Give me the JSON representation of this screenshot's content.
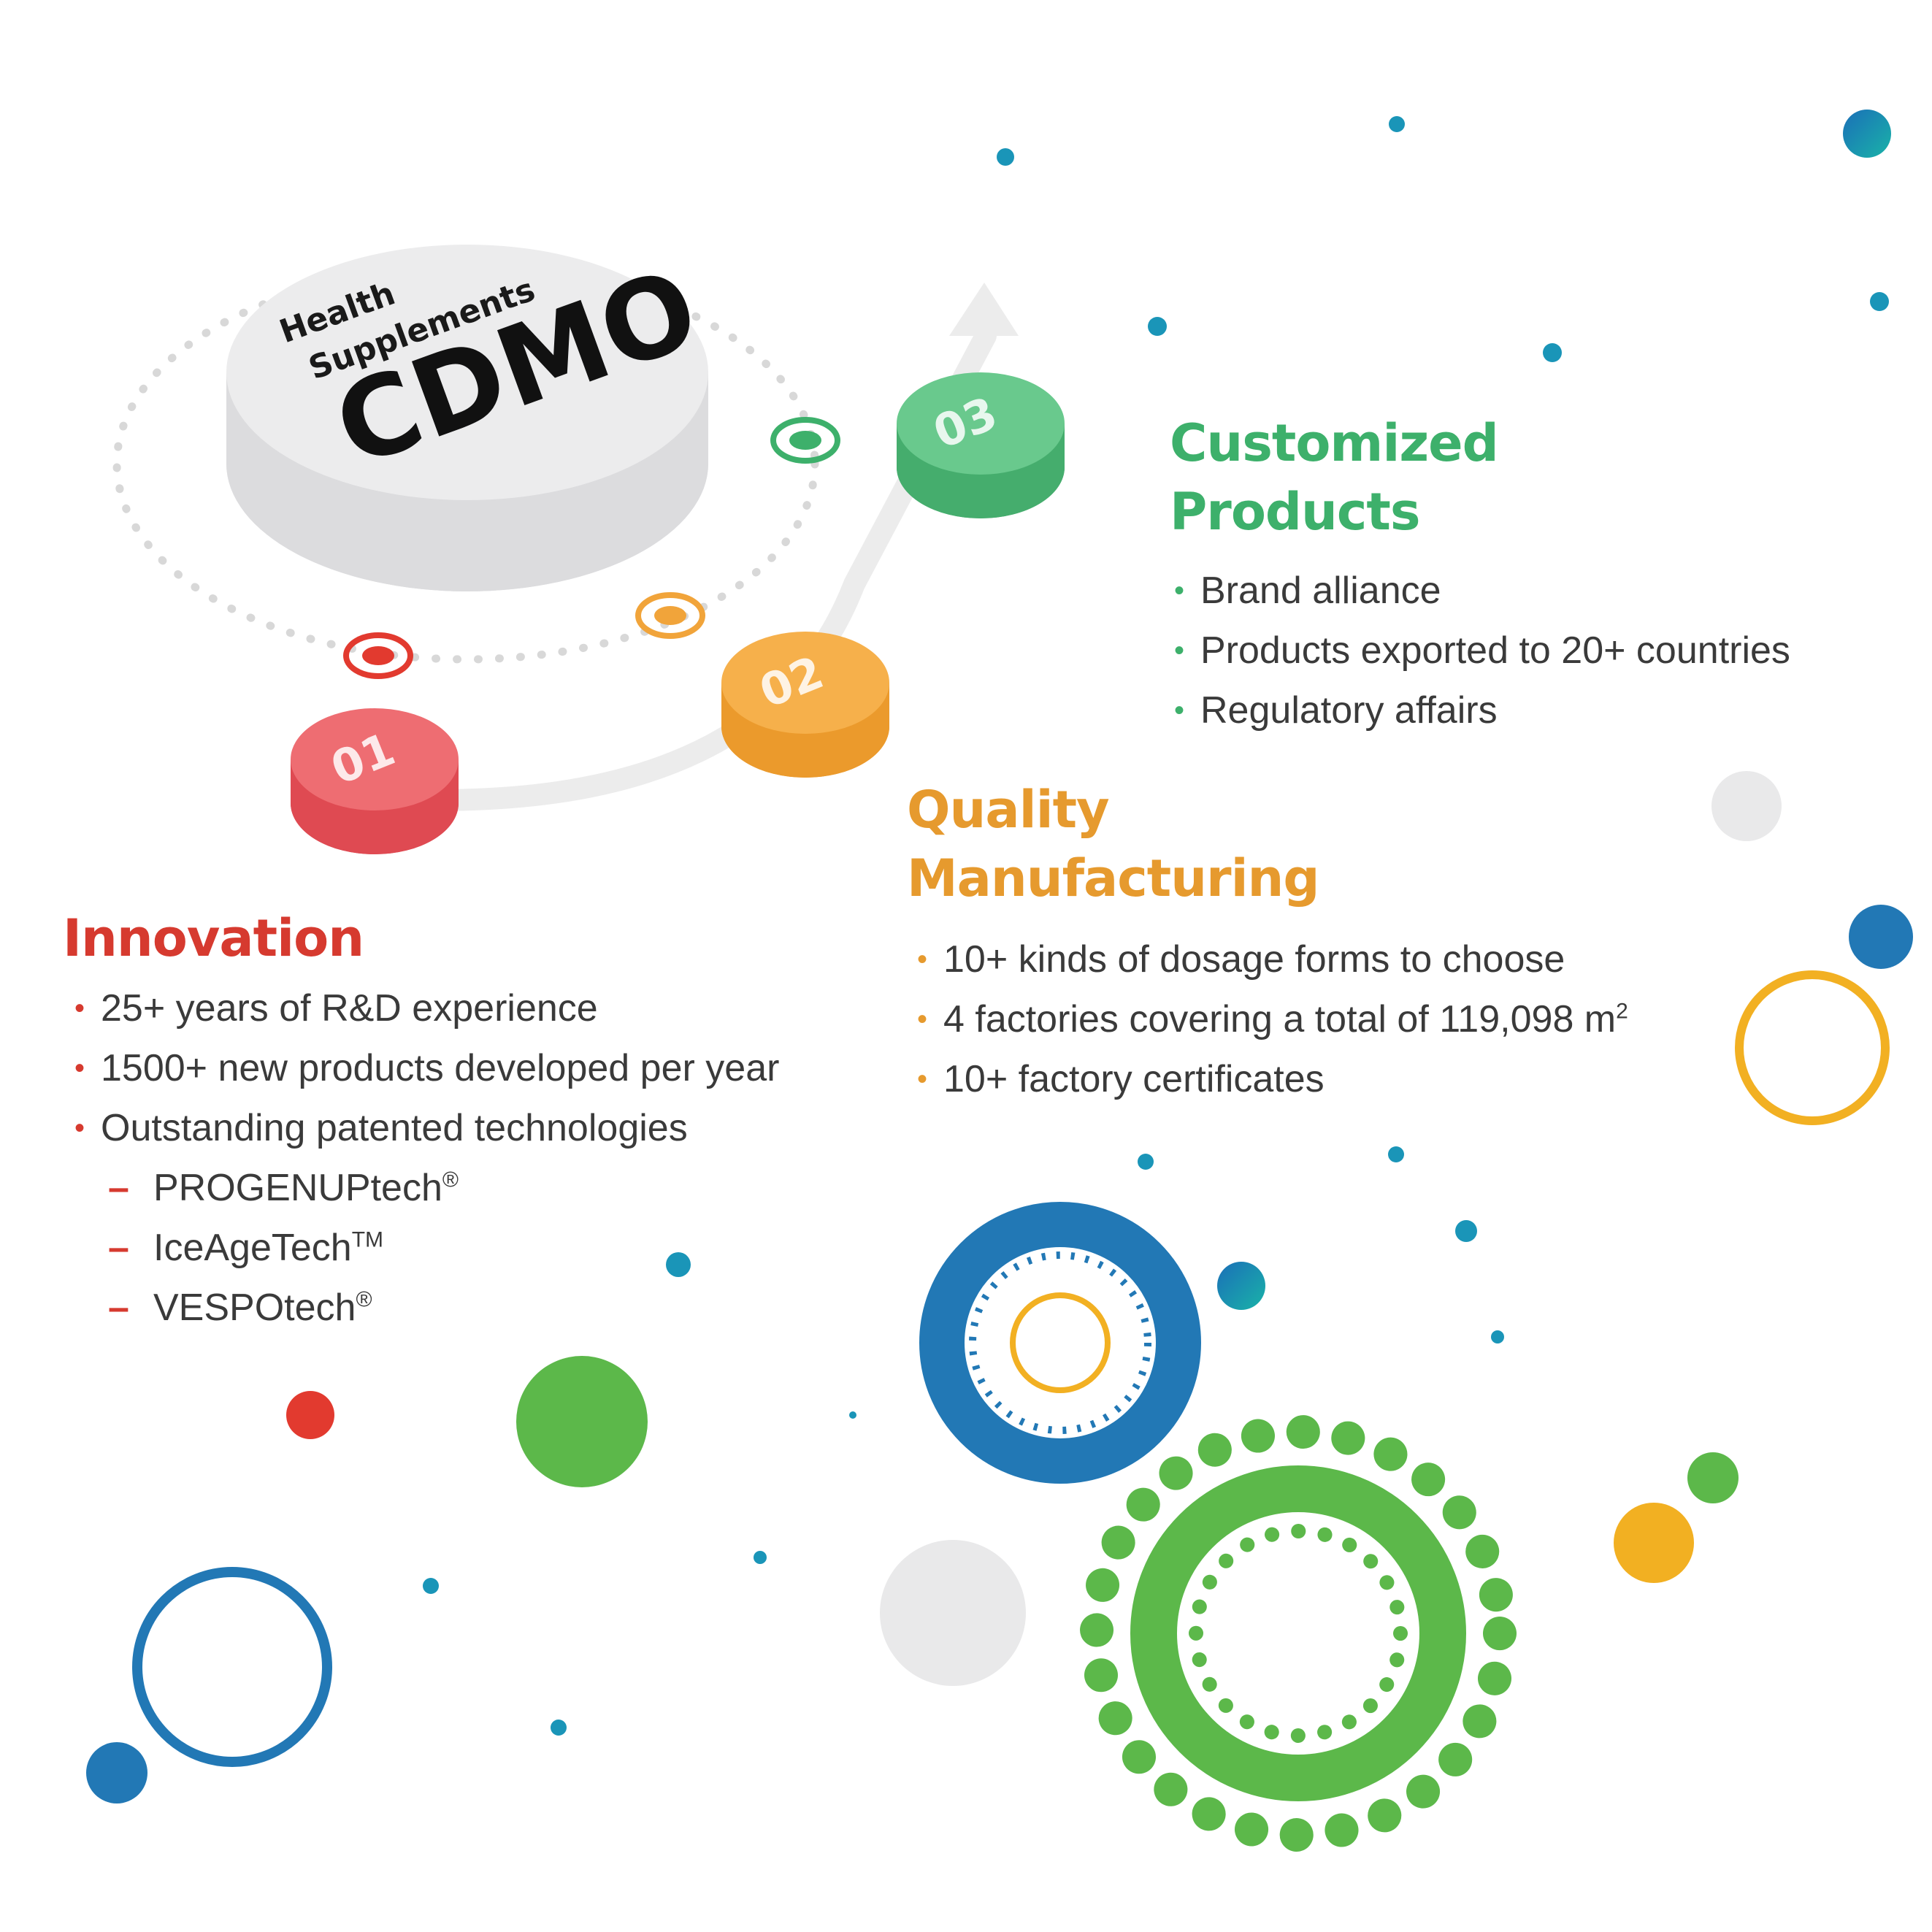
{
  "center_disk": {
    "line1": "Health",
    "line2": "Supplements",
    "title": "CDMO"
  },
  "steps": [
    {
      "number": "01",
      "color": "#e8555c"
    },
    {
      "number": "02",
      "color": "#f1a43a"
    },
    {
      "number": "03",
      "color": "#5cbf82"
    }
  ],
  "innovation": {
    "heading": "Innovation",
    "color": "#d63a2f",
    "items": [
      "25+ years of R&D experience",
      "1500+ new products developed per year",
      "Outstanding patented technologies"
    ],
    "sub_items": [
      {
        "name": "PROGENUPtech",
        "mark": "®"
      },
      {
        "name": "IceAgeTech",
        "mark": "TM"
      },
      {
        "name": "VESPOtech",
        "mark": "®"
      }
    ]
  },
  "quality": {
    "heading_line1": "Quality",
    "heading_line2": "Manufacturing",
    "color": "#e69a2e",
    "items": [
      "10+ kinds of dosage forms to choose",
      "4 factories covering a total of 119,098 m",
      "10+ factory certificates"
    ],
    "unit_superscript": "2"
  },
  "customized": {
    "heading_line1": "Customized",
    "heading_line2": "Products",
    "color": "#3db06b",
    "items": [
      "Brand alliance",
      "Products exported to 20+ countries",
      "Regulatory affairs"
    ]
  },
  "decor_colors": {
    "blue": "#2278b5",
    "teal": "#1a95b8",
    "green": "#5cb84a",
    "yellow": "#f2b022",
    "red": "#e23a2f",
    "gray": "#e9e9ea"
  }
}
